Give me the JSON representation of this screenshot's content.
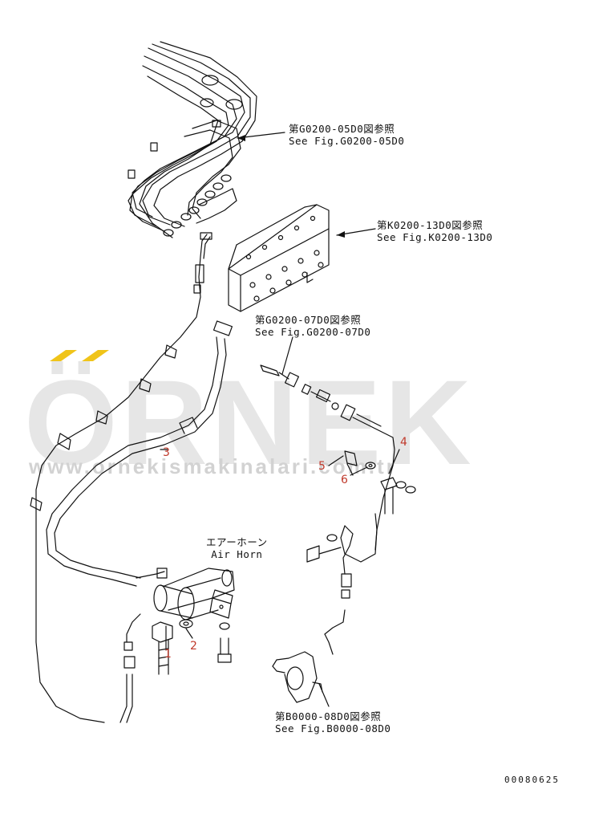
{
  "watermark": {
    "brand": "ÖRNEK",
    "url": "www.ornekismakinalari.com.tr",
    "accent_color": "#f0c419"
  },
  "references": [
    {
      "id": "g0200-05d0",
      "jp": "第G0200-05D0図参照",
      "en": "See Fig.G0200-05D0"
    },
    {
      "id": "k0200-13d0",
      "jp": "第K0200-13D0図参照",
      "en": "See Fig.K0200-13D0"
    },
    {
      "id": "g0200-07d0",
      "jp": "第G0200-07D0図参照",
      "en": "See Fig.G0200-07D0"
    },
    {
      "id": "b0000-08d0",
      "jp": "第B0000-08D0図参照",
      "en": "See Fig.B0000-08D0"
    }
  ],
  "component_label": {
    "jp": "エアーホーン",
    "en": "Air Horn"
  },
  "part_numbers": [
    "1",
    "2",
    "3",
    "4",
    "5",
    "6"
  ],
  "drawing_code": "00080625",
  "colors": {
    "line": "#111111",
    "part_number": "#c0392b",
    "watermark_text": "#e2e2e2"
  }
}
